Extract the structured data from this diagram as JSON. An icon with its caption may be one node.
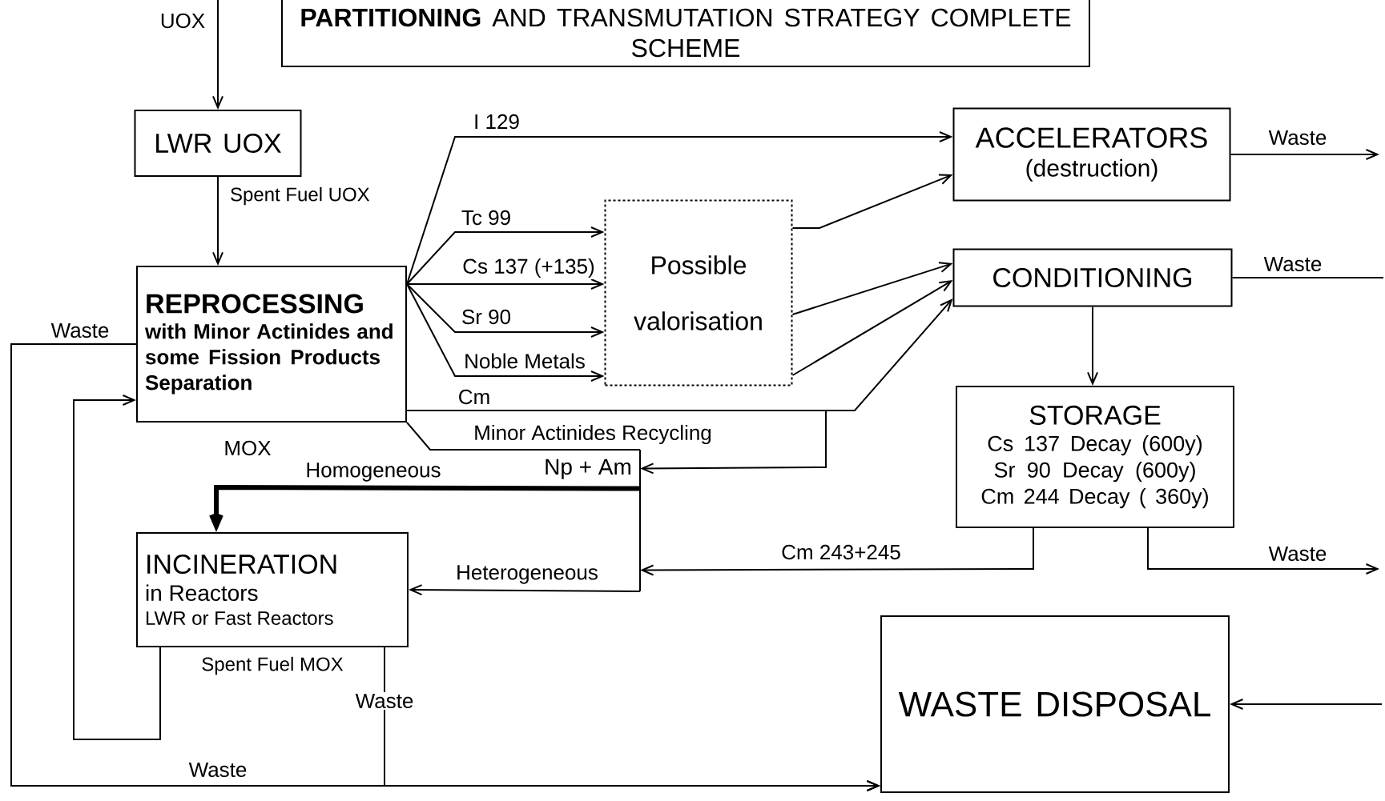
{
  "diagram": {
    "title": "**PARTITIONING** AND TRANSMUTATION STRATEGY COMPLETE SCHEME",
    "nodes": [
      {
        "text": [
          "LWR UOX"
        ],
        "beside": [
          "Spent Fuel UOX"
        ]
      },
      {
        "text": [
          "REPROCESSING",
          "with Minor Actinides and some Fission Products Separation"
        ]
      },
      {
        "text": [
          "Possible valorisation"
        ]
      },
      {
        "text": [
          "ACCELERATORS",
          "(destruction)"
        ]
      },
      {
        "text": [
          "CONDITIONING"
        ]
      },
      {
        "text": [
          "STORAGE",
          "Cs 137 Decay (600y)",
          "Sr 90 Decay (600y)",
          "Cm 244 Decay ( 360y)"
        ]
      },
      {
        "text": [
          "Np + Am"
        ]
      },
      {
        "text": [
          "INCINERATION",
          "in Reactors",
          "LWR or Fast Reactors"
        ],
        "beside": [
          "Spent Fuel MOX"
        ]
      },
      {
        "text": [
          "WASTE DISPOSAL"
        ]
      }
    ],
    "edges": [
      {
        "from": null,
        "to": 0,
        "arrow": "to",
        "label": "UOX"
      },
      {
        "from": 0,
        "to": 1,
        "arrow": "to"
      },
      {
        "from": 1,
        "to": 3,
        "arrow": "to",
        "label": "I 129"
      },
      {
        "from": 1,
        "to": 2,
        "arrow": "to",
        "label": "Tc 99"
      },
      {
        "from": 1,
        "to": 2,
        "arrow": "to",
        "label": "Cs 137 (+135)"
      },
      {
        "from": 1,
        "to": 2,
        "arrow": "to",
        "label": "Sr 90"
      },
      {
        "from": 1,
        "to": 2,
        "arrow": "to",
        "label": "Noble Metals"
      },
      {
        "from": 2,
        "to": 3,
        "arrow": "to"
      },
      {
        "from": 2,
        "to": 4,
        "arrow": "to"
      },
      {
        "from": 2,
        "to": 4,
        "arrow": "to"
      },
      {
        "from": 1,
        "to": 4,
        "arrow": "to",
        "label": "Cm"
      },
      {
        "from": 1,
        "to": 6,
        "arrow": "to"
      },
      {
        "from": 1,
        "to": 6,
        "arrow": "none",
        "label": "Minor Actinides Recycling"
      },
      {
        "from": 3,
        "to": null,
        "arrow": "to",
        "label": "Waste"
      },
      {
        "from": 4,
        "to": null,
        "arrow": "none",
        "label": "Waste"
      },
      {
        "from": 4,
        "to": 5,
        "arrow": "to"
      },
      {
        "from": 5,
        "to": 6,
        "arrow": "to",
        "label": "Cm 243+245"
      },
      {
        "from": 5,
        "to": null,
        "arrow": "to",
        "label": "Waste"
      },
      {
        "from": 6,
        "to": 7,
        "arrow": "to",
        "label": "Homogeneous",
        "style": "thick"
      },
      {
        "from": 6,
        "to": 7,
        "arrow": "to",
        "label": "Heterogeneous"
      },
      {
        "from": 1,
        "to": 8,
        "arrow": "to",
        "label": "Waste"
      },
      {
        "from": 7,
        "to": 8,
        "arrow": "to",
        "label": "Waste"
      },
      {
        "from": 7,
        "to": 1,
        "arrow": "to"
      },
      {
        "from": null,
        "to": 8,
        "arrow": "to"
      }
    ],
    "labels": [
      "MOX",
      "Waste"
    ]
  }
}
